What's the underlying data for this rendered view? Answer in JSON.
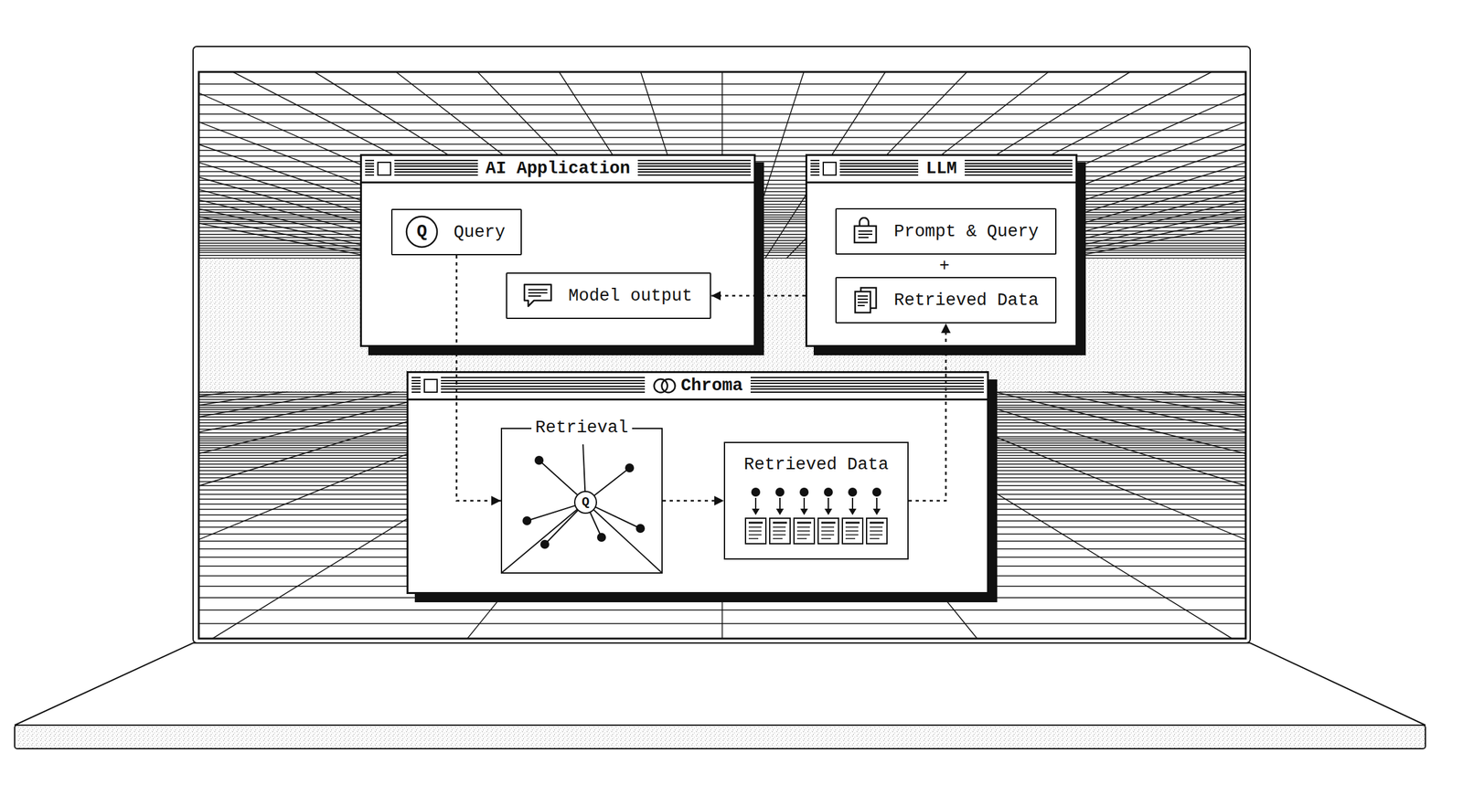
{
  "diagram": {
    "nodes": [
      {
        "text": [
          "AI Application"
        ]
      },
      {
        "text": [
          "Query"
        ],
        "in": 0
      },
      {
        "text": [
          "Model output"
        ],
        "in": 0
      },
      {
        "text": [
          "LLM"
        ]
      },
      {
        "text": [
          "Prompt & Query"
        ],
        "in": 3
      },
      {
        "text": [
          "Retrieved Data"
        ],
        "in": 3
      },
      {
        "text": [
          "Chroma"
        ]
      },
      {
        "text": [
          "Retrieval"
        ],
        "in": 6
      },
      {
        "text": [
          "Retrieved Data"
        ],
        "in": 6
      }
    ],
    "edges": [
      {
        "from": 1,
        "to": 7,
        "arrow": "to"
      },
      {
        "from": 7,
        "to": 8,
        "arrow": "to"
      },
      {
        "from": 8,
        "to": 5,
        "arrow": "to"
      },
      {
        "from": 3,
        "to": 2,
        "arrow": "to"
      }
    ],
    "labels": [
      "Q",
      "+",
      "Q"
    ]
  }
}
